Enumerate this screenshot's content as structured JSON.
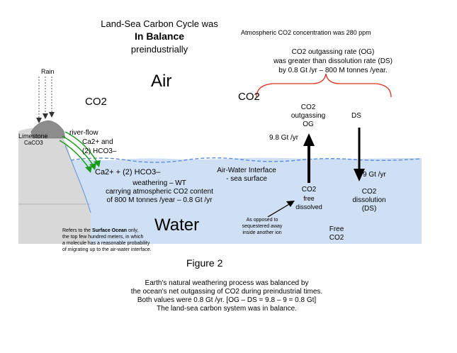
{
  "title": {
    "line1": "Land-Sea Carbon Cycle was",
    "line2": "In Balance",
    "line3": "preindustrially"
  },
  "atmospheric_note": "Atmospheric CO2 concentration was 280 ppm",
  "og_vs_ds": {
    "line1": "CO2 outgassing rate (OG)",
    "line2": "was greater than dissolution rate (DS)",
    "line3": "by 0.8 Gt /yr  – 800 M tonnes /year."
  },
  "labels": {
    "air": "Air",
    "water": "Water",
    "co2_left": "CO2",
    "co2_right": "CO2",
    "rain": "Rain",
    "limestone": "Limestone",
    "limestone_formula": "CaCO3",
    "river_flow": "river-flow",
    "river_ions_1": "Ca2+ and",
    "river_ions_2": "(2) HCO3–",
    "ocean_ions": "Ca2+ + (2) HCO3–",
    "weathering_1": "weathering – WT",
    "weathering_2": "carrying atmospheric CO2 content",
    "weathering_3": "of 800 M tonnes /year – 0.8 Gt /yr",
    "interface_1": "Air-Water Interface",
    "interface_2": "- sea surface",
    "outgassing_1": "CO2",
    "outgassing_2": "outgassing",
    "outgassing_3": "OG",
    "ds": "DS",
    "og_rate": "9.8 Gt /yr",
    "ds_rate": "9 Gt /yr",
    "free_dissolved_1": "CO2",
    "free_dissolved_2": "free",
    "free_dissolved_3": "dissolved",
    "dissolution_1": "CO2",
    "dissolution_2": "dissolution",
    "dissolution_3": "(DS)",
    "opposed_1": "As opposed to",
    "opposed_2": "sequestered away",
    "opposed_3": "inside another ion",
    "free_co2_1": "Free",
    "free_co2_2": "CO2",
    "surface_note_1a": "Refers to the ",
    "surface_note_1b": "Surface Ocean",
    "surface_note_1c": " only,",
    "surface_note_2": "the top few hundred meters, in which",
    "surface_note_3": "a molecule has a reasonable probability",
    "surface_note_4": "of migrating up to the air-water interface.",
    "figure": "Figure 2"
  },
  "caption": {
    "line1": "Earth's natural weathering process was balanced by",
    "line2": "the ocean's net outgassing of CO2 during preindustrial times.",
    "line3": "Both values were 0.8 Gt /yr.   [OG – DS  =  9.8 – 9  =  0.8 Gt]",
    "line4": "The land-sea carbon system was in balance."
  },
  "colors": {
    "ocean": "#cfe0f4",
    "ocean_edge": "#5b8fd6",
    "rock": "#d8d8d8",
    "rock_dark": "#8c8c8c",
    "river": "#1a9a1a",
    "brace": "#e0311f"
  }
}
